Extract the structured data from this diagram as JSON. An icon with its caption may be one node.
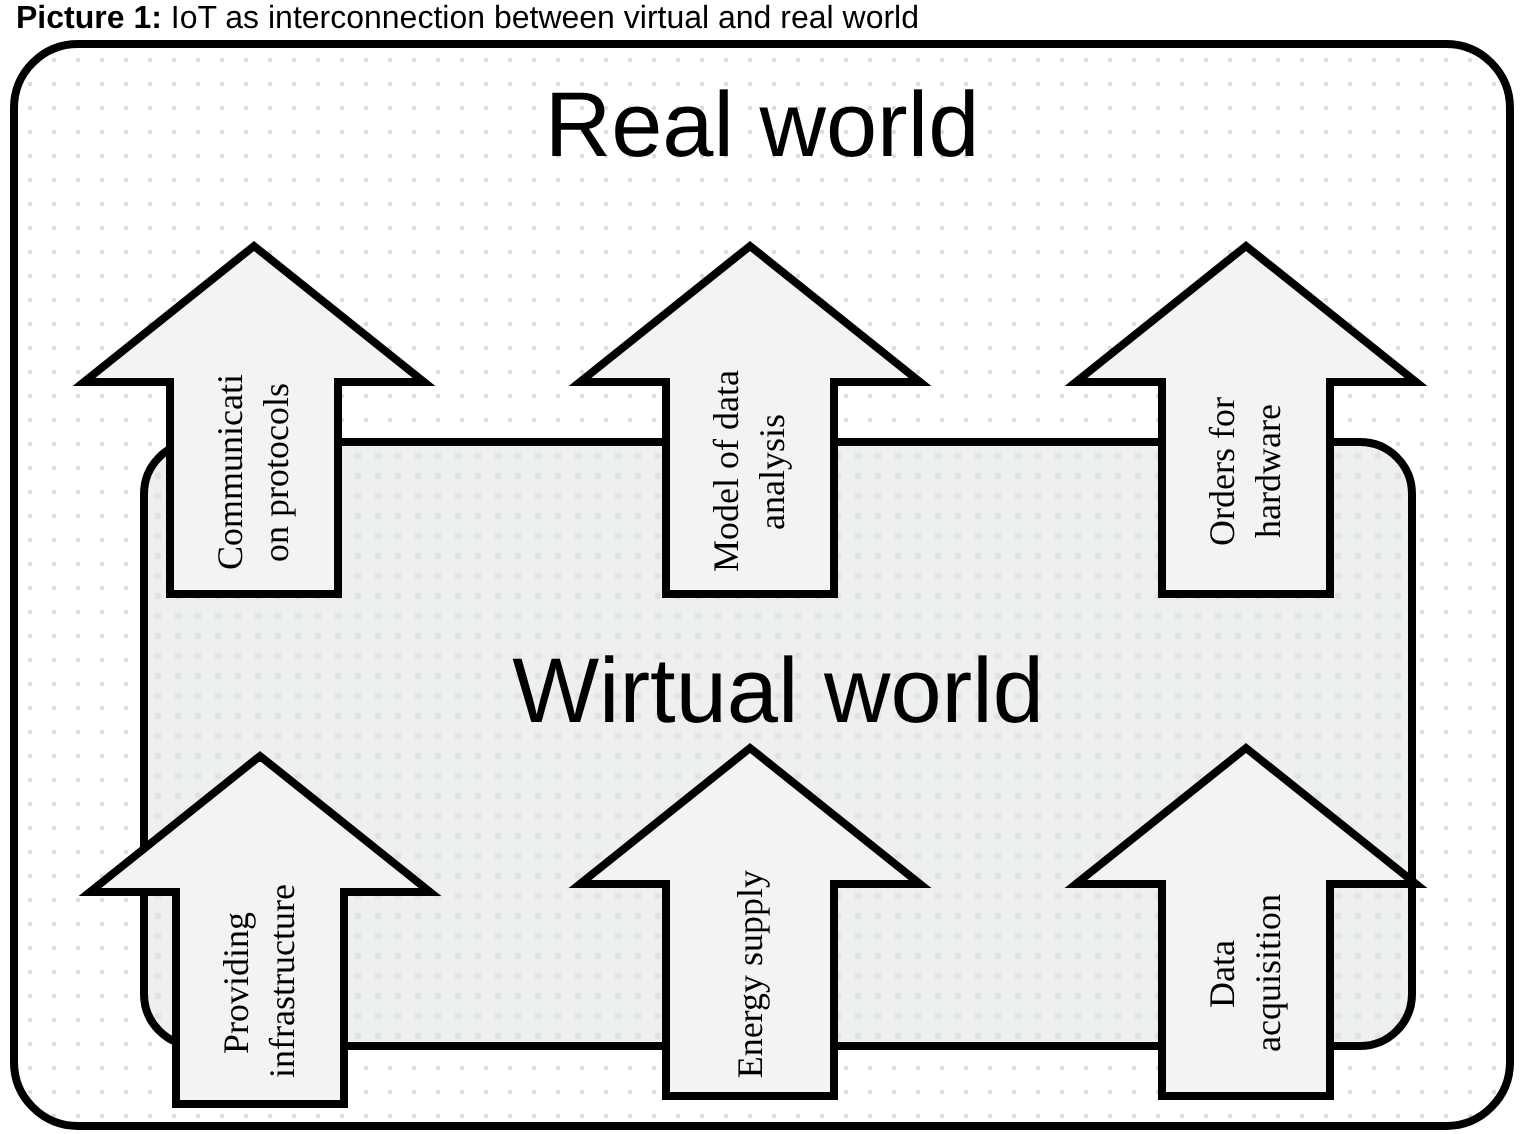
{
  "diagram": {
    "title": "**Picture 1:** IoT as interconnection between virtual and real world",
    "nodes": [
      {
        "text": [
          "Real world"
        ]
      },
      {
        "text": [
          "Wirtual world"
        ],
        "in": 0
      },
      {
        "text": [
          "Communicati on protocols"
        ],
        "in": 0
      },
      {
        "text": [
          "Model of data analysis"
        ],
        "in": 0
      },
      {
        "text": [
          "Orders for hardware"
        ],
        "in": 0
      },
      {
        "text": [
          "Providing infrastructure"
        ],
        "in": 0
      },
      {
        "text": [
          "Energy supply"
        ],
        "in": 0
      },
      {
        "text": [
          "Data acquisition"
        ],
        "in": 0
      }
    ],
    "edges": []
  }
}
